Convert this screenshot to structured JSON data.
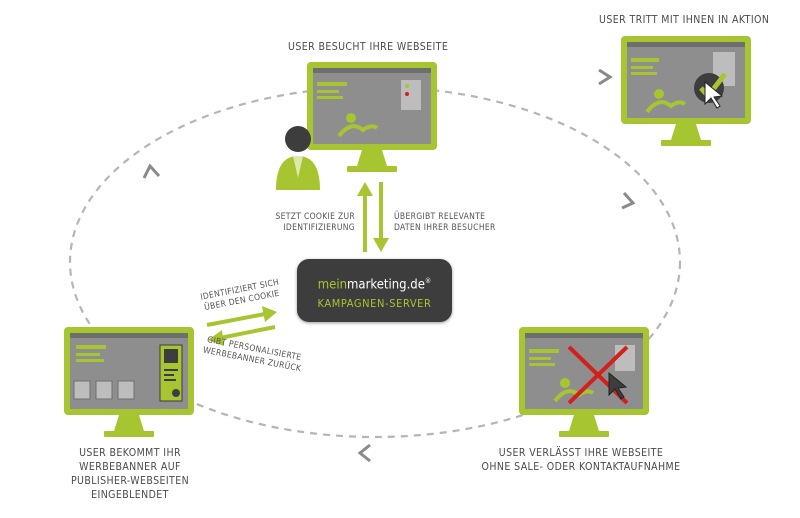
{
  "labels": {
    "visit": "USER BESUCHT IHRE WEBSEITE",
    "action": "USER TRITT MIT IHNEN IN AKTION",
    "leave_line1": "USER VERLÄSST IHRE WEBSEITE",
    "leave_line2": "OHNE SALE- ODER KONTAKTAUFNAHME",
    "banner_line1": "USER BEKOMMT IHR",
    "banner_line2": "WERBEBANNER AUF",
    "banner_line3": "PUBLISHER-WEBSEITEN",
    "banner_line4": "EINGEBLENDET"
  },
  "arrows": {
    "cookie_line1": "SETZT COOKIE ZUR",
    "cookie_line2": "IDENTIFIZIERUNG",
    "data_line1": "ÜBERGIBT RELEVANTE",
    "data_line2": "DATEN IHRER BESUCHER",
    "identify_line1": "IDENTIFIZIERT SICH",
    "identify_line2": "ÜBER DEN COOKIE",
    "personal_line1": "GIBT PERSONALISIERTE",
    "personal_line2": "WERBEBANNER ZURÜCK"
  },
  "server": {
    "brand_a": "mein",
    "brand_b": "marketing.de",
    "brand_mark": "®",
    "title": "KAMPAGNEN-SERVER"
  },
  "colors": {
    "green": "#a7c531",
    "dark": "#3d3d3d",
    "screen": "#8e8e8e",
    "cross": "#d4201c",
    "dashed": "#b5b5b5"
  },
  "icons": [
    "monitor-icon",
    "user-avatar-icon",
    "cursor-icon",
    "checkmark-icon",
    "cross-icon"
  ]
}
